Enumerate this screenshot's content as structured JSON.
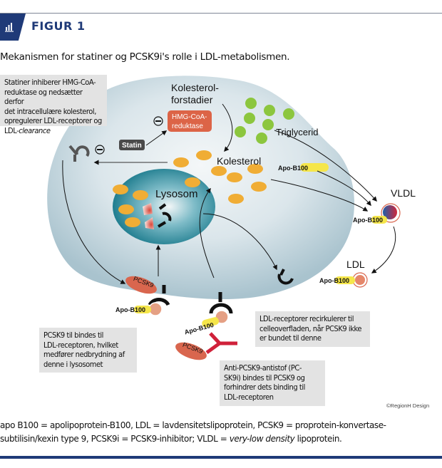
{
  "header": {
    "figure_label": "FIGUR 1",
    "icon": "bar-chart-icon",
    "subtitle": "Mekanismen for statiner og PCSK9i's rolle i LDL-metabolismen."
  },
  "diagram": {
    "labels": {
      "precursor_line1": "Kolesterol-",
      "precursor_line2": "forstadier",
      "hmg_line1": "HMG-CoA-",
      "hmg_line2": "reduktase",
      "statin": "Statin",
      "cholesterol": "Kolesterol",
      "triglyceride": "Triglycerid",
      "lysosome": "Lysosom",
      "apob_inside": "Apo-B100",
      "vldl": "VLDL",
      "apob_vldl": "Apo-B100",
      "ldl": "LDL",
      "apob_ldl": "Apo-B100",
      "pcsk9_bound": "PCSK9",
      "apob_bound": "Apo-B100",
      "apob_free_receptor": "Apo-B100",
      "pcsk9_antibody": "PCSK9",
      "inhibit_symbol": "⊖"
    },
    "colors": {
      "cell": "#b9d0da",
      "lysosome": "#2a8a9c",
      "cholesterol": "#f0ad35",
      "triglyceride": "#8cc63e",
      "hmg": "#dc6447",
      "statin": "#4a4a4a",
      "apob": "#f5e64a",
      "pcsk9": "#d9664e",
      "antibody": "#d0213a",
      "brand": "#1f3a78"
    }
  },
  "callouts": {
    "statin": {
      "lines": [
        "Statiner inhiberer HMG-CoA-",
        "reduktase og nedsætter derfor",
        "det intracellulære kolesterol,",
        "opregulerer LDL-receptorer og"
      ],
      "last_prefix": "LDL-",
      "last_italic": "clearance"
    },
    "pcsk9": {
      "lines": [
        "PCSK9 til bindes til",
        "LDL-receptoren, hvilket",
        "medfører nedbrydning af",
        "denne i lysosomet"
      ]
    },
    "recycle": {
      "lines": [
        "LDL-receptorer recirkulerer til",
        "celleoverfladen, når PCSK9 ikke",
        "er bundet til denne"
      ]
    },
    "antibody": {
      "lines": [
        "Anti-PCSK9-antistof (PC-",
        "SK9i) bindes til PCSK9 og",
        "forhindrer dets binding til",
        "LDL-receptoren"
      ]
    }
  },
  "credit": "©RegionH Design",
  "footnote": {
    "line1": "apo B100 = apolipoprotein-B100, LDL = lavdensitetslipoprotein, PCSK9 = proprotein-konvertase-",
    "line2_prefix": " subtilisin/kexin type 9, PCSK9i =  PCSK9-inhibitor; VLDL = ",
    "line2_italic": "very-low density",
    "line2_suffix": " lipoprotein."
  }
}
